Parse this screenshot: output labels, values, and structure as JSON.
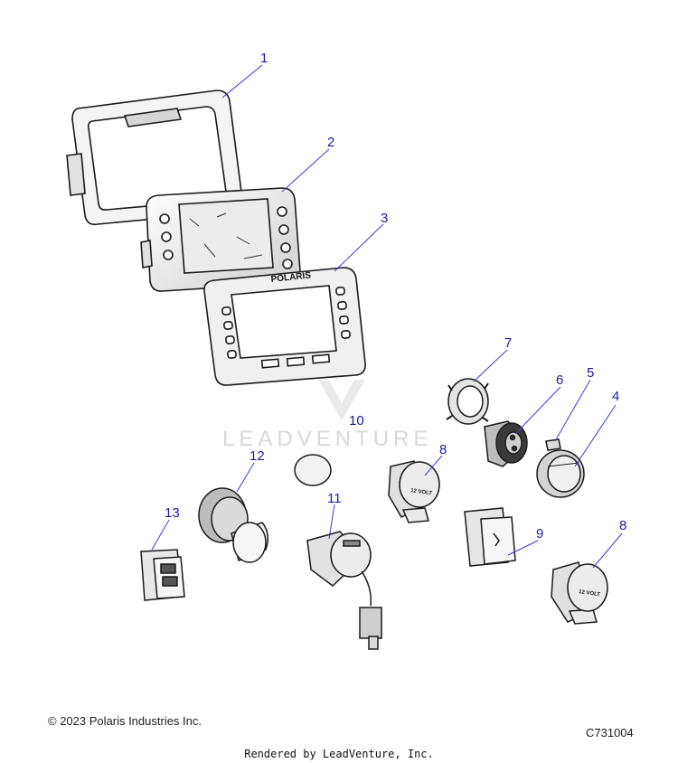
{
  "callouts": [
    "1",
    "2",
    "3",
    "4",
    "5",
    "6",
    "7",
    "8",
    "9",
    "10",
    "11",
    "12",
    "13",
    "8"
  ],
  "display": {
    "brand": "POLARIS",
    "cap_label": "12 VOLT"
  },
  "watermark": "LEADVENTURE",
  "footer": {
    "copyright": "© 2023 Polaris Industries Inc.",
    "figure_code": "C731004",
    "rendered_by": "Rendered by LeadVenture, Inc."
  },
  "colors": {
    "callout": "#1a1aa6",
    "leader": "#3b3bd6",
    "outline": "#1a1a1a",
    "part_fill": "#f4f4f4",
    "part_shade": "#d6d6d6"
  }
}
